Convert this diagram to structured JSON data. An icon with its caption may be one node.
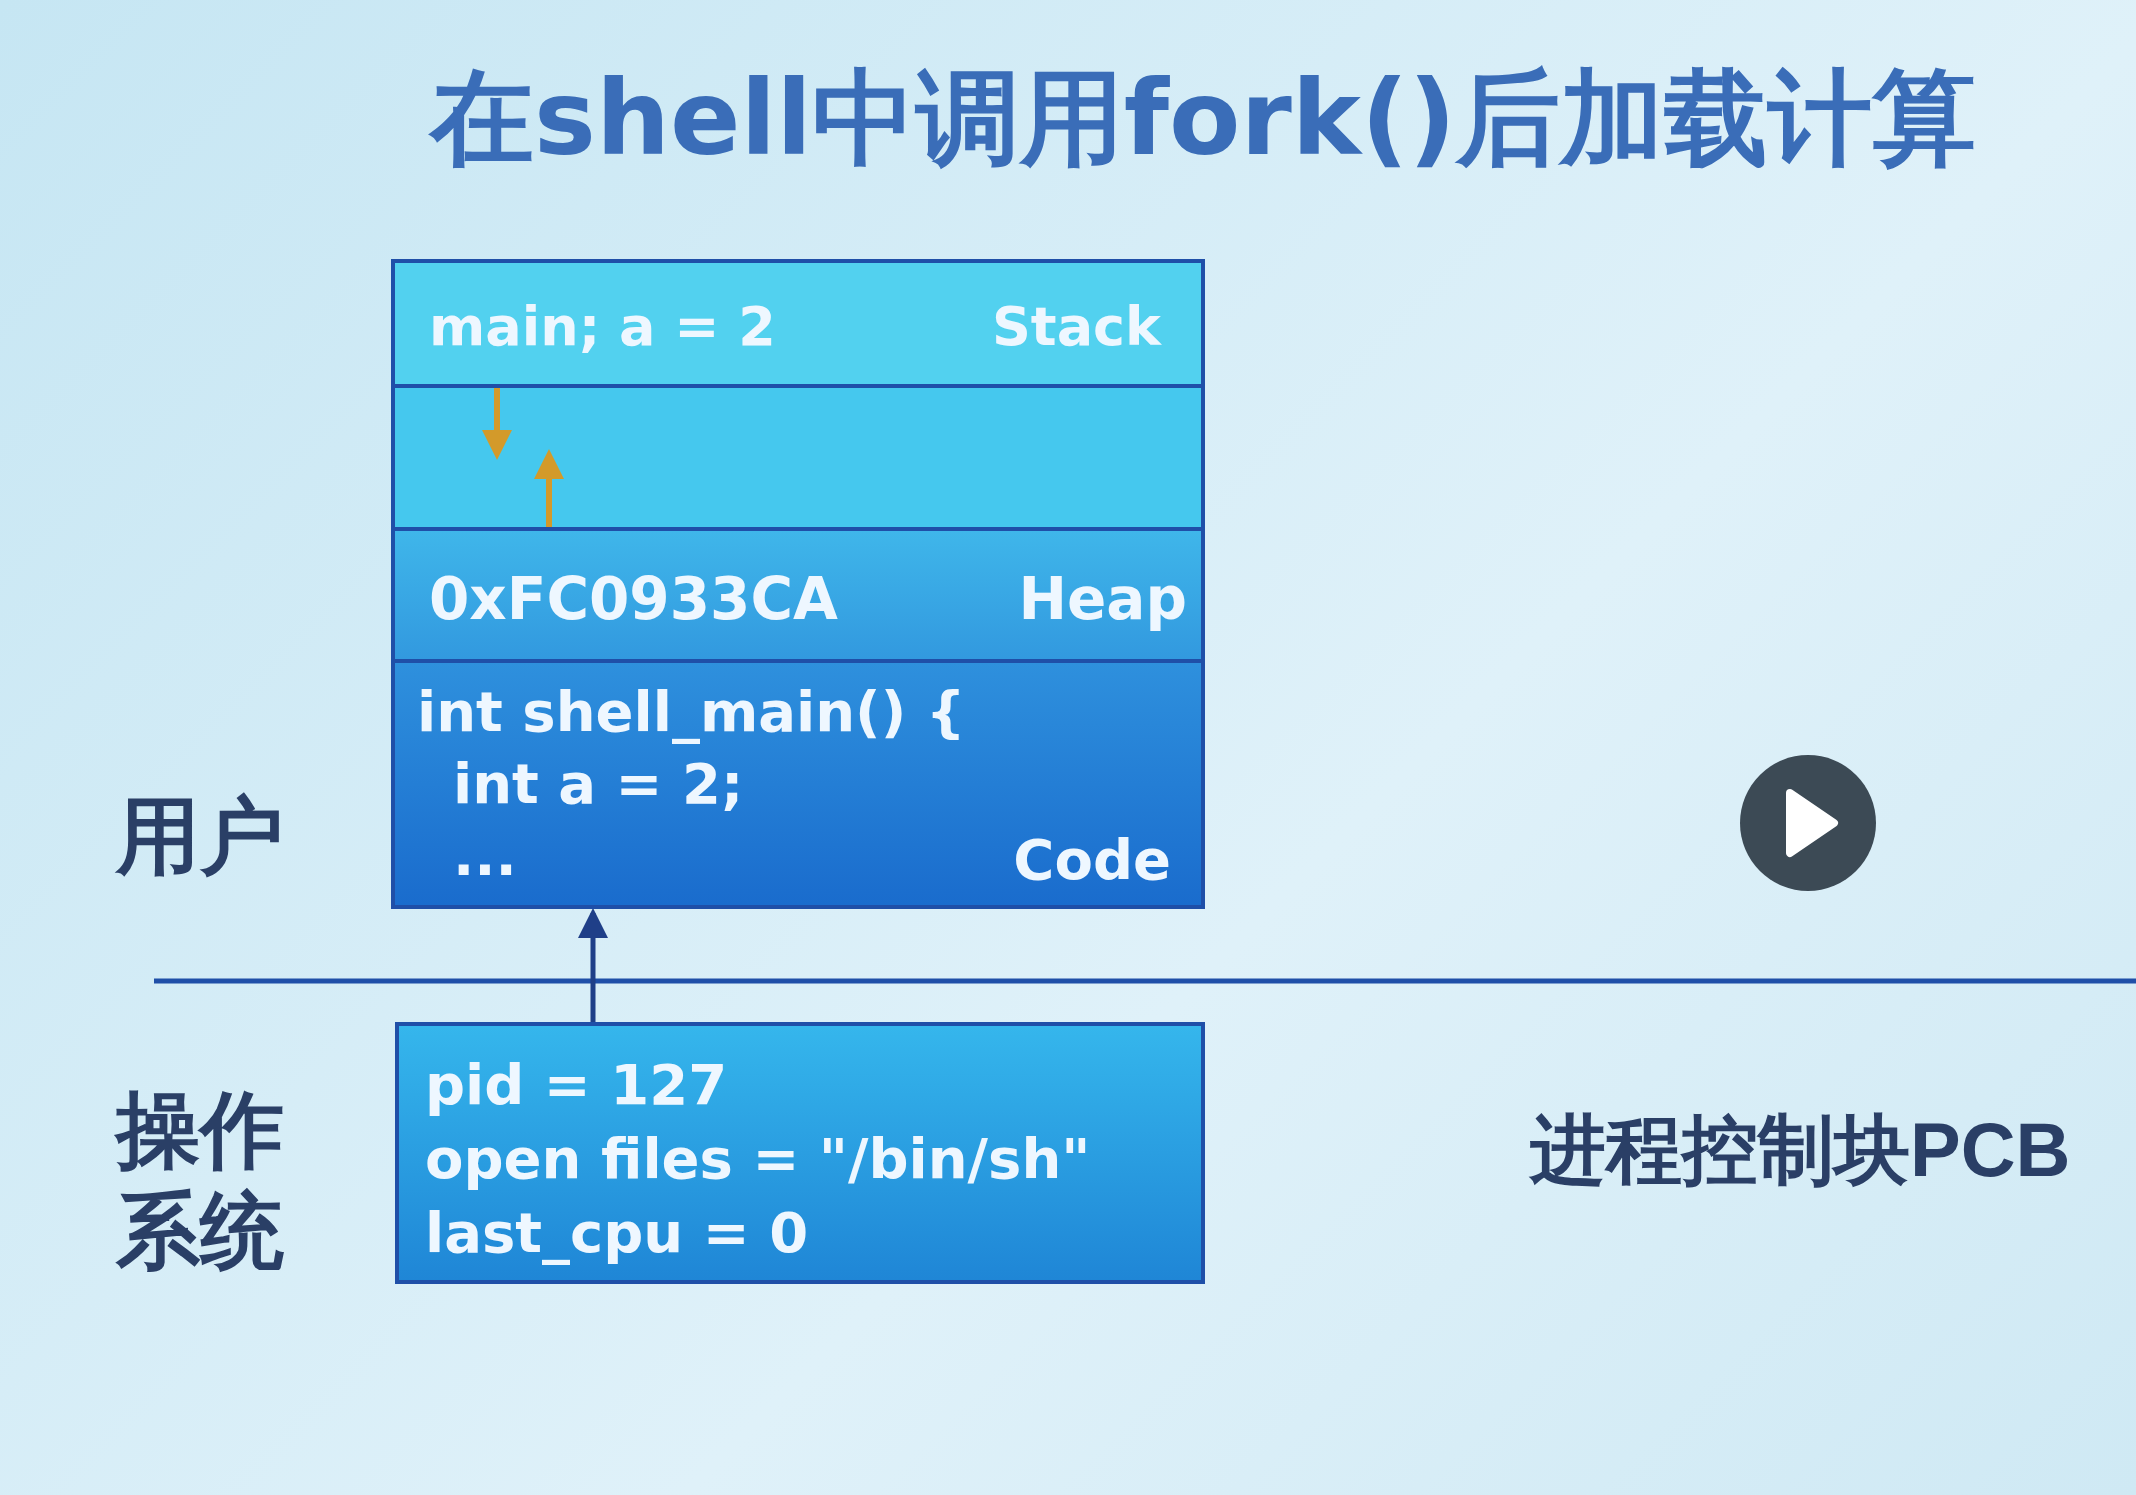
{
  "diagram": {
    "title": "在shell中调用fork()后加载计算",
    "nodes": [
      {
        "text": [
          "main; a = 2",
          "Stack"
        ]
      },
      {
        "text": [],
        "shape": "box"
      },
      {
        "text": [
          "0xFC0933CA",
          "Heap"
        ]
      },
      {
        "text": [
          "int shell_main() {",
          "int a = 2;",
          "...",
          "Code"
        ]
      },
      {
        "text": [
          "pid = 127",
          "open files =  \"/bin/sh\"",
          "last_cpu = 0"
        ]
      }
    ],
    "edges": [
      {
        "from": 4,
        "to": 3,
        "arrow": "to",
        "color": "#1f3f88"
      },
      {
        "from": 0,
        "to": 1,
        "arrow": "to",
        "color": "#d39a2a"
      },
      {
        "from": 2,
        "to": 1,
        "arrow": "to",
        "color": "#d39a2a"
      }
    ],
    "labels": [
      "用户",
      "操作系统",
      "进程控制块PCB"
    ]
  }
}
